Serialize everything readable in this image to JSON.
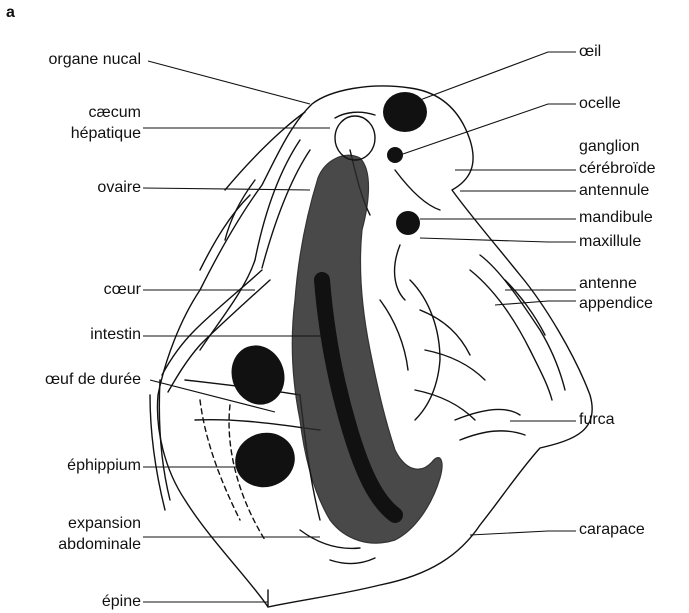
{
  "panel_letter": "a",
  "labels_left": {
    "organe_nucal": "organe nucal",
    "caecum_1": "cæcum",
    "caecum_2": "hépatique",
    "ovaire": "ovaire",
    "coeur": "cœur",
    "intestin": "intestin",
    "oeuf_duree": "œuf de durée",
    "ephippium": "éphippium",
    "expansion_1": "expansion",
    "expansion_2": "abdominale",
    "epine": "épine"
  },
  "labels_right": {
    "oeil": "œil",
    "ocelle": "ocelle",
    "ganglion_1": "ganglion",
    "ganglion_2": "cérébroïde",
    "antennule": "antennule",
    "mandibule": "mandibule",
    "maxillule": "maxillule",
    "antenne": "antenne",
    "appendice": "appendice",
    "furca": "furca",
    "carapace": "carapace"
  },
  "colors": {
    "ink": "#111111",
    "fill_dark": "#111111",
    "background": "#ffffff"
  }
}
